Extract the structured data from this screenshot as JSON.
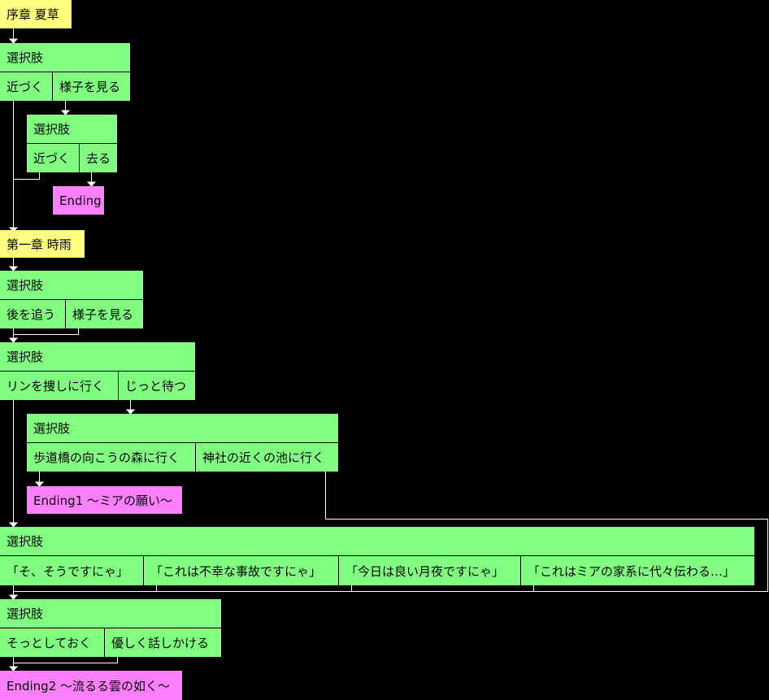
{
  "colors": {
    "chapter": "#ffff80",
    "choice": "#80ff80",
    "ending": "#ff80ff",
    "connector": "#ffffff"
  },
  "prologue": {
    "title": "序章 夏草"
  },
  "choice1": {
    "header": "選択肢",
    "options": [
      "近づく",
      "様子を見る"
    ]
  },
  "choice2": {
    "header": "選択肢",
    "options": [
      "近づく",
      "去る"
    ]
  },
  "ending0": {
    "title": "Ending"
  },
  "chapter1": {
    "title": "第一章 時雨"
  },
  "choice3": {
    "header": "選択肢",
    "options": [
      "後を追う",
      "様子を見る"
    ]
  },
  "choice4": {
    "header": "選択肢",
    "options": [
      "リンを捜しに行く",
      "じっと待つ"
    ]
  },
  "choice5": {
    "header": "選択肢",
    "options": [
      "歩道橋の向こうの森に行く",
      "神社の近くの池に行く"
    ]
  },
  "ending1": {
    "title": "Ending1 〜ミアの願い〜"
  },
  "choice6": {
    "header": "選択肢",
    "options": [
      "「そ、そうですにゃ」",
      "「これは不幸な事故ですにゃ」",
      "「今日は良い月夜ですにゃ」",
      "「これはミアの家系に代々伝わる…」"
    ]
  },
  "choice7": {
    "header": "選択肢",
    "options": [
      "そっとしておく",
      "優しく話しかける"
    ]
  },
  "ending2": {
    "title": "Ending2 〜流るる雲の如く〜"
  }
}
